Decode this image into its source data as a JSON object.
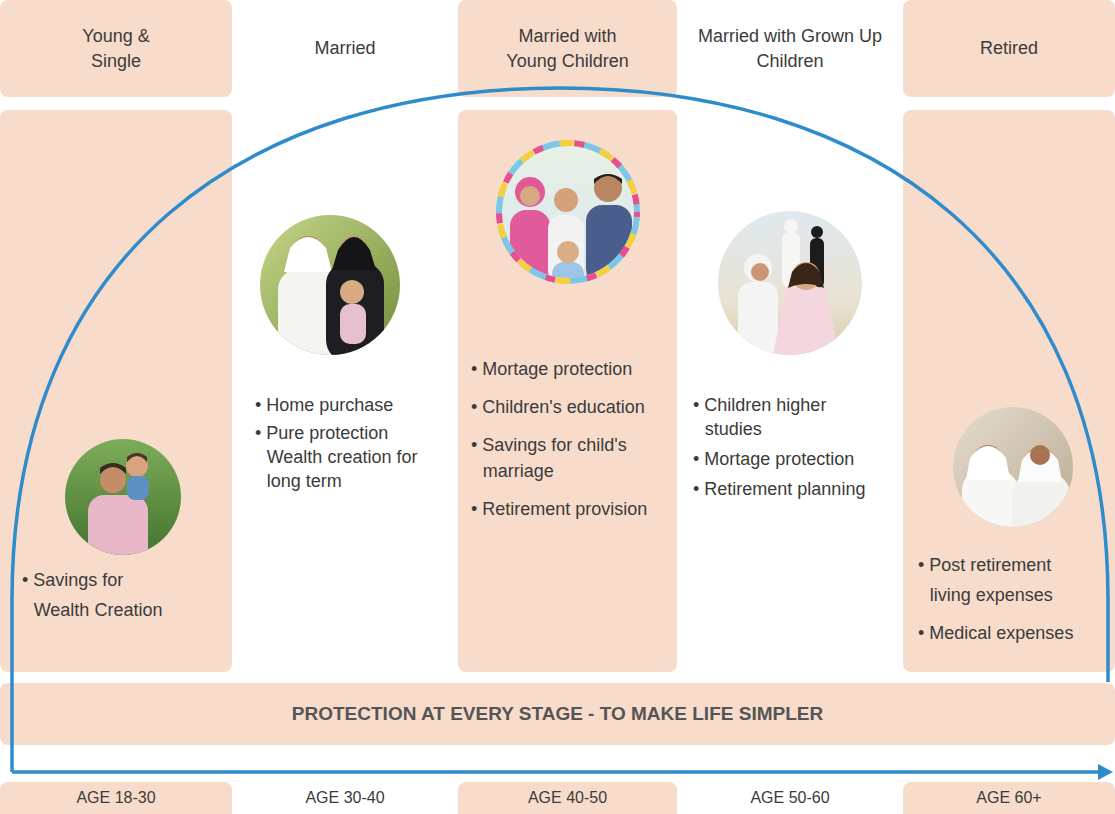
{
  "diagram": {
    "nodes": [
      {
        "text": [
          "Young & Single"
        ]
      },
      {
        "text": [
          "• Savings for Wealth Creation"
        ]
      },
      {
        "text": [
          "Married with Young Children"
        ]
      },
      {
        "text": [
          "• Mortage protection",
          "• Children's education",
          "• Savings for child's marriage",
          "• Retirement provision"
        ]
      },
      {
        "text": [
          "Retired"
        ]
      },
      {
        "text": [
          "• Post retirement living expenses",
          "• Medical expenses"
        ]
      },
      {
        "text": [
          "PROTECTION AT EVERY STAGE - TO MAKE LIFE SIMPLER"
        ]
      },
      {
        "text": [
          "AGE 18-30"
        ]
      },
      {
        "text": [
          "AGE 40-50"
        ]
      },
      {
        "text": [
          "AGE 60+"
        ]
      }
    ],
    "labels": [
      "Married",
      "Married with Grown Up Children",
      "• Home purchase",
      "• Pure protection Wealth creation for long term",
      "• Children higher studies",
      "• Mortage protection",
      "• Retirement planning",
      "AGE 30-40",
      "AGE 50-60"
    ]
  }
}
